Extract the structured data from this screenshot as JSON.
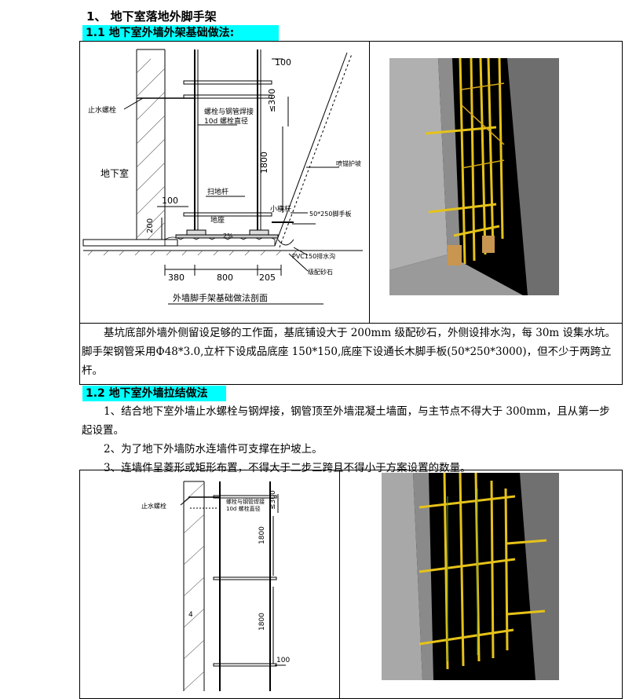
{
  "heading_main": "1、 地下室落地外脚手架",
  "section1": {
    "title": "1.1 地下室外墙外架基础做法:",
    "drawing": {
      "caption": "外墙脚手架基础做法剖面",
      "labels": {
        "zhishui": "止水螺栓",
        "dixiashi": "地下室",
        "weld1": "螺栓与钢管焊接",
        "weld2": "10d  螺栓直径",
        "saodigan": "扫地杆",
        "dizuo": "地座",
        "xiaohenggan": "小横杆",
        "board": "50*250脚手板",
        "penmao": "喷锚护坡",
        "pvc": "PVC150排水沟",
        "shashi": "级配砂石",
        "slope": "2%"
      },
      "dims": {
        "d100top": "100",
        "d300": "≤300",
        "d1800": "1800",
        "d100left": "100",
        "d200": "200",
        "d380": "380",
        "d800": "800",
        "d205": "205"
      }
    },
    "text": "基坑底部外墙外侧留设足够的工作面，基底铺设大于 200mm 级配砂石，外侧设排水沟，每 30m 设集水坑。脚手架钢管采用Ф48*3.0,立杆下设成品底座 150*150,底座下设通长木脚手板(50*250*3000)，但不少于两跨立杆。"
  },
  "section2": {
    "title": "1.2 地下室外墙拉结做法",
    "items": [
      "1、结合地下室外墙止水螺栓与钢焊接，钢管顶至外墙混凝土墙面，与主节点不得大于 300mm，且从第一步起设置。",
      "2、为了地下外墙防水连墙件可支撑在护坡上。",
      "3、连墙件呈菱形或矩形布置，不得大于二步三跨且不得小于方案设置的数量。"
    ],
    "drawing": {
      "labels": {
        "zhishui": "止水螺栓",
        "weld1": "螺栓与钢管焊接",
        "weld2": "10d  螺栓直径",
        "mark": "4"
      },
      "dims": {
        "d300": "≤300",
        "d1800a": "1800",
        "d1800b": "1800",
        "d100": "100"
      }
    }
  },
  "colors": {
    "highlight": "#00ffff",
    "scaffold_yellow": "#e6c219",
    "wall_gray": "#b4b4b4",
    "board_wood": "#c89650",
    "render_bg": "#000000"
  }
}
